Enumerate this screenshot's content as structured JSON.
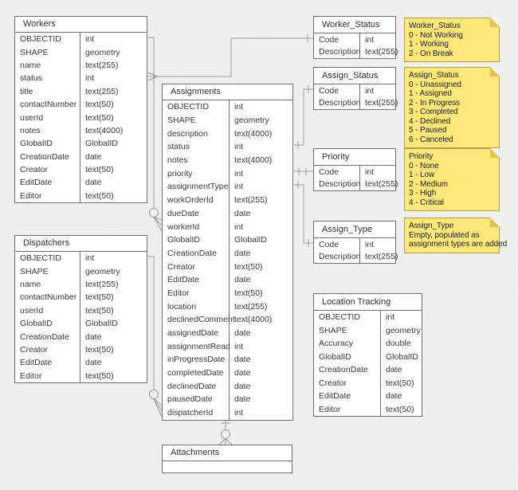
{
  "colors": {
    "background": "#f1f1ef",
    "table_fill": "#ffffff",
    "table_border": "#6e6e6e",
    "connector_line": "#9a9a9a",
    "note_fill": "#ffe77a",
    "note_border": "#b5a049",
    "note_fold": "#e3c24d",
    "text": "#3a3a3a"
  },
  "entities": {
    "workers": {
      "title": "Workers",
      "fields": [
        [
          "OBJECTID",
          "int"
        ],
        [
          "SHAPE",
          "geometry"
        ],
        [
          "name",
          "text(255)"
        ],
        [
          "status",
          "int"
        ],
        [
          "title",
          "text(255)"
        ],
        [
          "contactNumber",
          "text(50)"
        ],
        [
          "userId",
          "text(50)"
        ],
        [
          "notes",
          "text(4000)"
        ],
        [
          "GlobalID",
          "GlobalID"
        ],
        [
          "CreationDate",
          "date"
        ],
        [
          "Creator",
          "text(50)"
        ],
        [
          "EditDate",
          "date"
        ],
        [
          "Editor",
          "text(50)"
        ]
      ]
    },
    "dispatchers": {
      "title": "Dispatchers",
      "fields": [
        [
          "OBJECTID",
          "int"
        ],
        [
          "SHAPE",
          "geometry"
        ],
        [
          "name",
          "text(255)"
        ],
        [
          "contactNumber",
          "text(50)"
        ],
        [
          "userId",
          "text(50)"
        ],
        [
          "GlobalID",
          "GlobalID"
        ],
        [
          "CreationDate",
          "date"
        ],
        [
          "Creator",
          "text(50)"
        ],
        [
          "EditDate",
          "date"
        ],
        [
          "Editor",
          "text(50)"
        ]
      ]
    },
    "assignments": {
      "title": "Assignments",
      "fields": [
        [
          "OBJECTID",
          "int"
        ],
        [
          "SHAPE",
          "geometry"
        ],
        [
          "description",
          "text(4000)"
        ],
        [
          "status",
          "int"
        ],
        [
          "notes",
          "text(4000)"
        ],
        [
          "priority",
          "int"
        ],
        [
          "assignmentType",
          "int"
        ],
        [
          "workOrderId",
          "text(255)"
        ],
        [
          "dueDate",
          "date"
        ],
        [
          "workerId",
          "int"
        ],
        [
          "GlobalID",
          "GlobalID"
        ],
        [
          "CreationDate",
          "date"
        ],
        [
          "Creator",
          "text(50)"
        ],
        [
          "EditDate",
          "date"
        ],
        [
          "Editor",
          "text(50)"
        ],
        [
          "location",
          "text(255)"
        ],
        [
          "declinedComment",
          "text(4000)"
        ],
        [
          "assignedDate",
          "date"
        ],
        [
          "assignmentRead",
          "int"
        ],
        [
          "inProgressDate",
          "date"
        ],
        [
          "completedDate",
          "date"
        ],
        [
          "declinedDate",
          "date"
        ],
        [
          "pausedDate",
          "date"
        ],
        [
          "dispatcherId",
          "int"
        ]
      ]
    },
    "worker_status": {
      "title": "Worker_Status",
      "fields": [
        [
          "Code",
          "int"
        ],
        [
          "Description",
          "text(255)"
        ]
      ]
    },
    "assign_status": {
      "title": "Assign_Status",
      "fields": [
        [
          "Code",
          "int"
        ],
        [
          "Description",
          "text(255)"
        ]
      ]
    },
    "priority": {
      "title": "Priority",
      "fields": [
        [
          "Code",
          "int"
        ],
        [
          "Description",
          "text(255)"
        ]
      ]
    },
    "assign_type": {
      "title": "Assign_Type",
      "fields": [
        [
          "Code",
          "int"
        ],
        [
          "Description",
          "text(255)"
        ]
      ]
    },
    "location_tracking": {
      "title": "Location Tracking",
      "fields": [
        [
          "OBJECTID",
          "int"
        ],
        [
          "SHAPE",
          "geometry"
        ],
        [
          "Accuracy",
          "double"
        ],
        [
          "GlobalID",
          "GlobalID"
        ],
        [
          "CreationDate",
          "date"
        ],
        [
          "Creator",
          "text(50)"
        ],
        [
          "EditDate",
          "date"
        ],
        [
          "Editor",
          "text(50)"
        ]
      ]
    },
    "attachments": {
      "title": "Attachments",
      "fields": [],
      "empty_rows": 1
    }
  },
  "notes": {
    "worker_status": {
      "title": "Worker_Status",
      "lines": [
        "0 - Not Working",
        "1 - Working",
        "2 - On Break"
      ]
    },
    "assign_status": {
      "title": "Assign_Status",
      "lines": [
        "0 - Unassigned",
        "1 - Assigned",
        "2 - In Progress",
        "3 - Completed",
        "4 - Declined",
        "5 - Paused",
        "6 - Canceled"
      ]
    },
    "priority": {
      "title": "Priority",
      "lines": [
        "0 - None",
        "1 - Low",
        "2 - Medium",
        "3 - High",
        "4 - Critical"
      ]
    },
    "assign_type": {
      "title": "Assign_Type",
      "lines": [
        "Empty, populated as",
        "assignment types are added"
      ]
    }
  },
  "relationships": [
    {
      "from": "Workers.status",
      "to": "Worker_Status.Code"
    },
    {
      "from": "Workers.OBJECTID",
      "to": "Assignments.workerId"
    },
    {
      "from": "Dispatchers.OBJECTID",
      "to": "Assignments.dispatcherId"
    },
    {
      "from": "Assignments.status",
      "to": "Assign_Status.Code"
    },
    {
      "from": "Assignments.priority",
      "to": "Priority.Code"
    },
    {
      "from": "Assignments.assignmentType",
      "to": "Assign_Type.Code"
    },
    {
      "from": "Assignments",
      "to": "Attachments"
    }
  ]
}
